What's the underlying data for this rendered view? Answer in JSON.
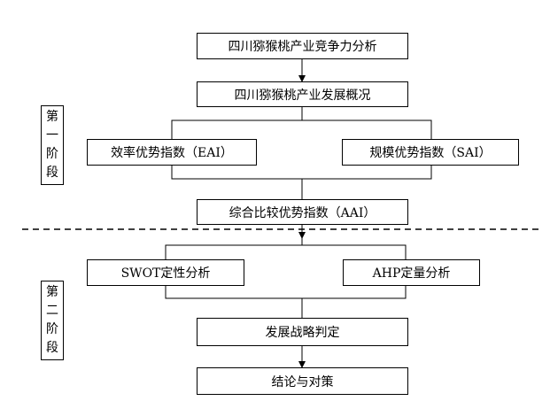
{
  "diagram": {
    "nodes": {
      "title": "四川猕猴桃产业竞争力分析",
      "overview": "四川猕猴桃产业发展概况",
      "eai": "效率优势指数（EAI）",
      "sai": "规模优势指数（SAI）",
      "aai": "综合比较优势指数（AAI）",
      "swot": "SWOT定性分析",
      "ahp": "AHP定量分析",
      "strategy": "发展战略判定",
      "conclusion": "结论与对策"
    },
    "stages": {
      "one": [
        "第",
        "一",
        "阶",
        "段"
      ],
      "two": [
        "第",
        "二",
        "阶",
        "段"
      ]
    },
    "colors": {
      "line": "#000000",
      "background": "#ffffff"
    }
  }
}
